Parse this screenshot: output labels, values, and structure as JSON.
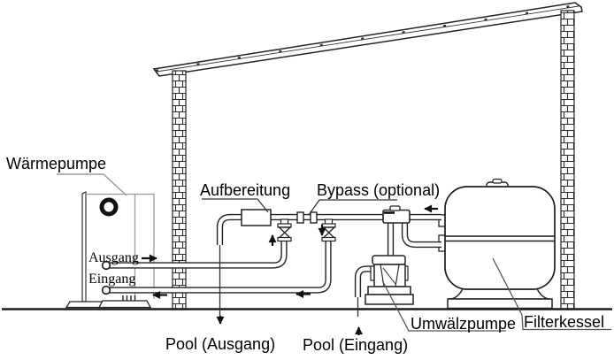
{
  "diagram": {
    "labels": {
      "waermepumpe": "Wärmepumpe",
      "aufbereitung": "Aufbereitung",
      "bypass": "Bypass (optional)",
      "ausgang": "Ausgang",
      "eingang": "Eingang",
      "pool_ausgang": "Pool (Ausgang)",
      "pool_eingang": "Pool (Eingang)",
      "umwaelzpumpe": "Umwälzpumpe",
      "filterkessel": "Filterkessel"
    },
    "flow_arrows": [
      {
        "name": "flow-arrow-heatpump-out",
        "direction": "right"
      },
      {
        "name": "flow-arrow-heatpump-in",
        "direction": "left"
      },
      {
        "name": "flow-arrow-treatment-up",
        "direction": "up"
      },
      {
        "name": "flow-arrow-bypass-down",
        "direction": "down"
      },
      {
        "name": "flow-arrow-return-left",
        "direction": "left"
      },
      {
        "name": "flow-arrow-filter-out-left",
        "direction": "left"
      },
      {
        "name": "flow-arrow-pool-out-down",
        "direction": "down"
      },
      {
        "name": "flow-arrow-pool-in-up",
        "direction": "up"
      }
    ],
    "colors": {
      "line": "#1c1c1c",
      "light_line": "#9a9a9a",
      "text": "#000000",
      "background": "#ffffff"
    }
  }
}
